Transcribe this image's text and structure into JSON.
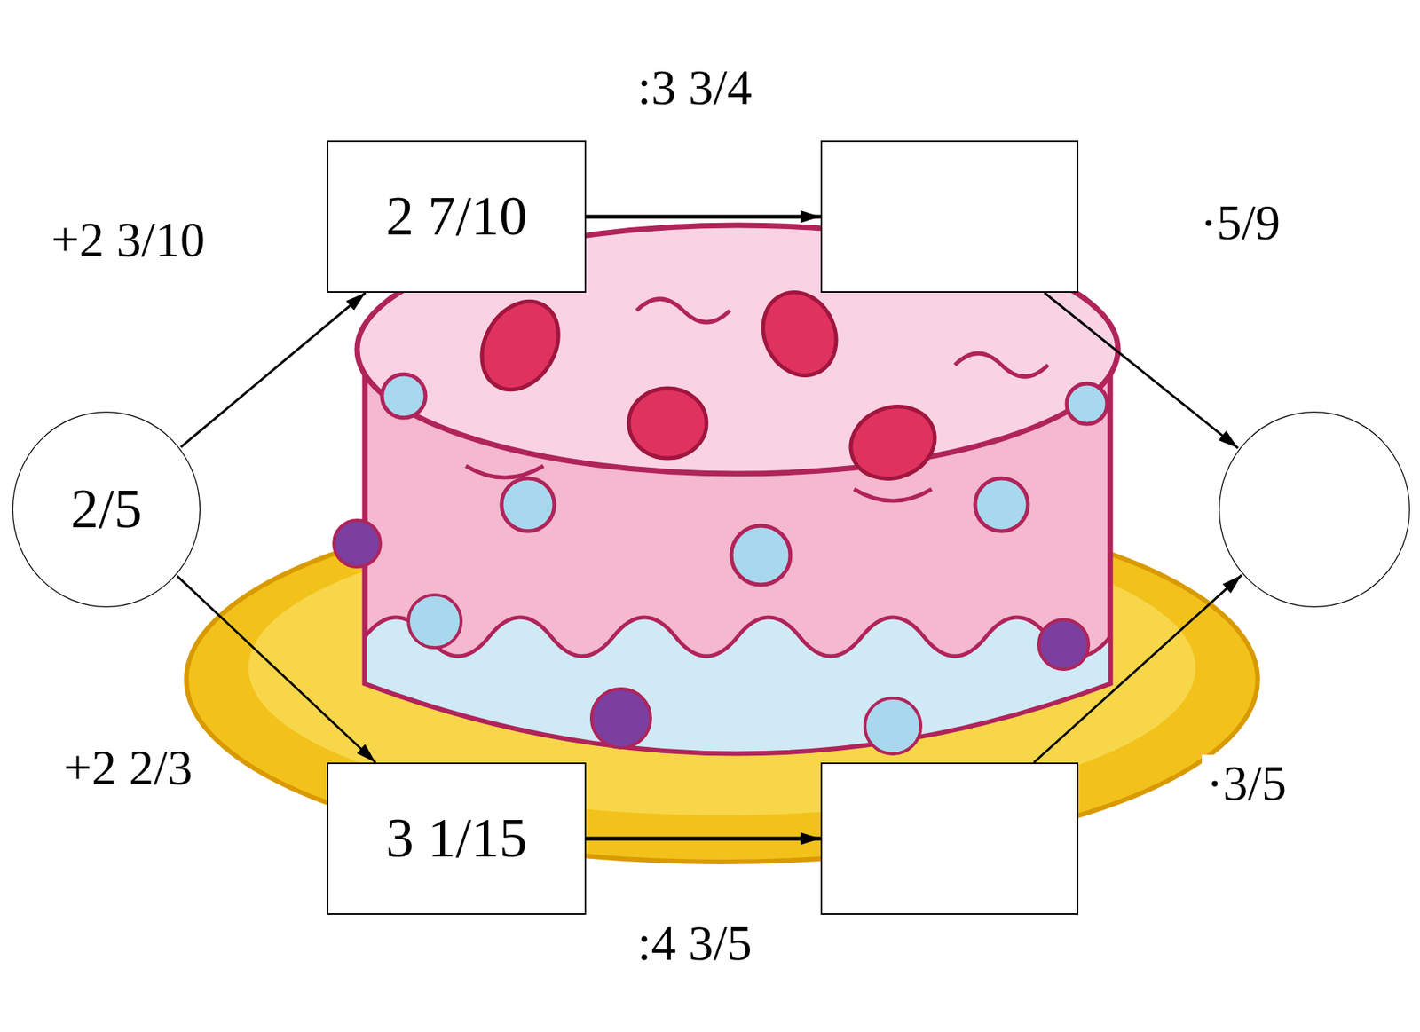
{
  "diagram": {
    "nodes": [
      {
        "text": [
          "2/5"
        ]
      },
      {
        "text": [
          "2 7/10"
        ]
      },
      {
        "text": []
      },
      {
        "text": [
          "3 1/15"
        ]
      },
      {
        "text": []
      },
      {
        "text": []
      }
    ],
    "edges": [
      {
        "from": 0,
        "to": 1,
        "arrow": "to",
        "label": "+2 3/10"
      },
      {
        "from": 1,
        "to": 2,
        "arrow": "to",
        "label": ":3 3/4"
      },
      {
        "from": 2,
        "to": 5,
        "arrow": "to",
        "label": "·5/9"
      },
      {
        "from": 0,
        "to": 3,
        "arrow": "to",
        "label": "+2 2/3"
      },
      {
        "from": 3,
        "to": 4,
        "arrow": "to",
        "label": ":4 3/5"
      },
      {
        "from": 4,
        "to": 5,
        "arrow": "to",
        "label": "·3/5"
      }
    ]
  }
}
